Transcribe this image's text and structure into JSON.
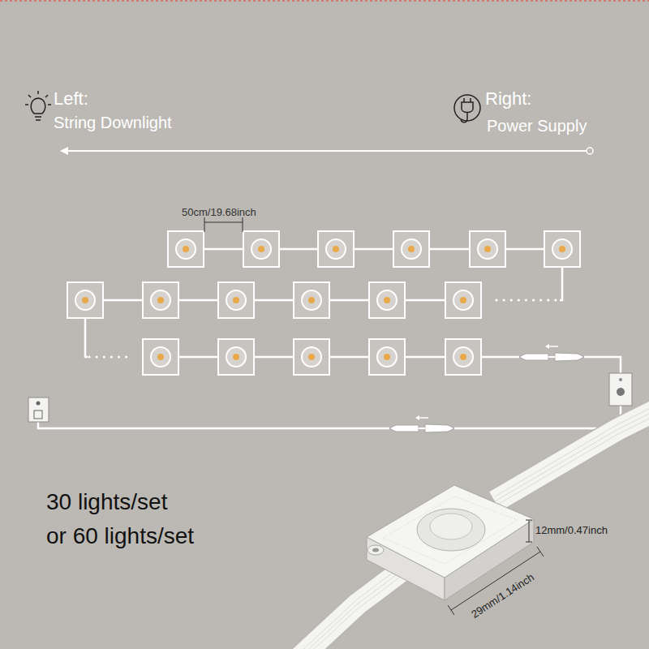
{
  "diagram": {
    "labels": [
      "Left:",
      "String Downlight",
      "Right:",
      "Power Supply",
      "50cm/19.68inch",
      "30 lights/set",
      "or 60 lights/set",
      "12mm/0.47inch",
      "29mm/1.14inch"
    ]
  }
}
